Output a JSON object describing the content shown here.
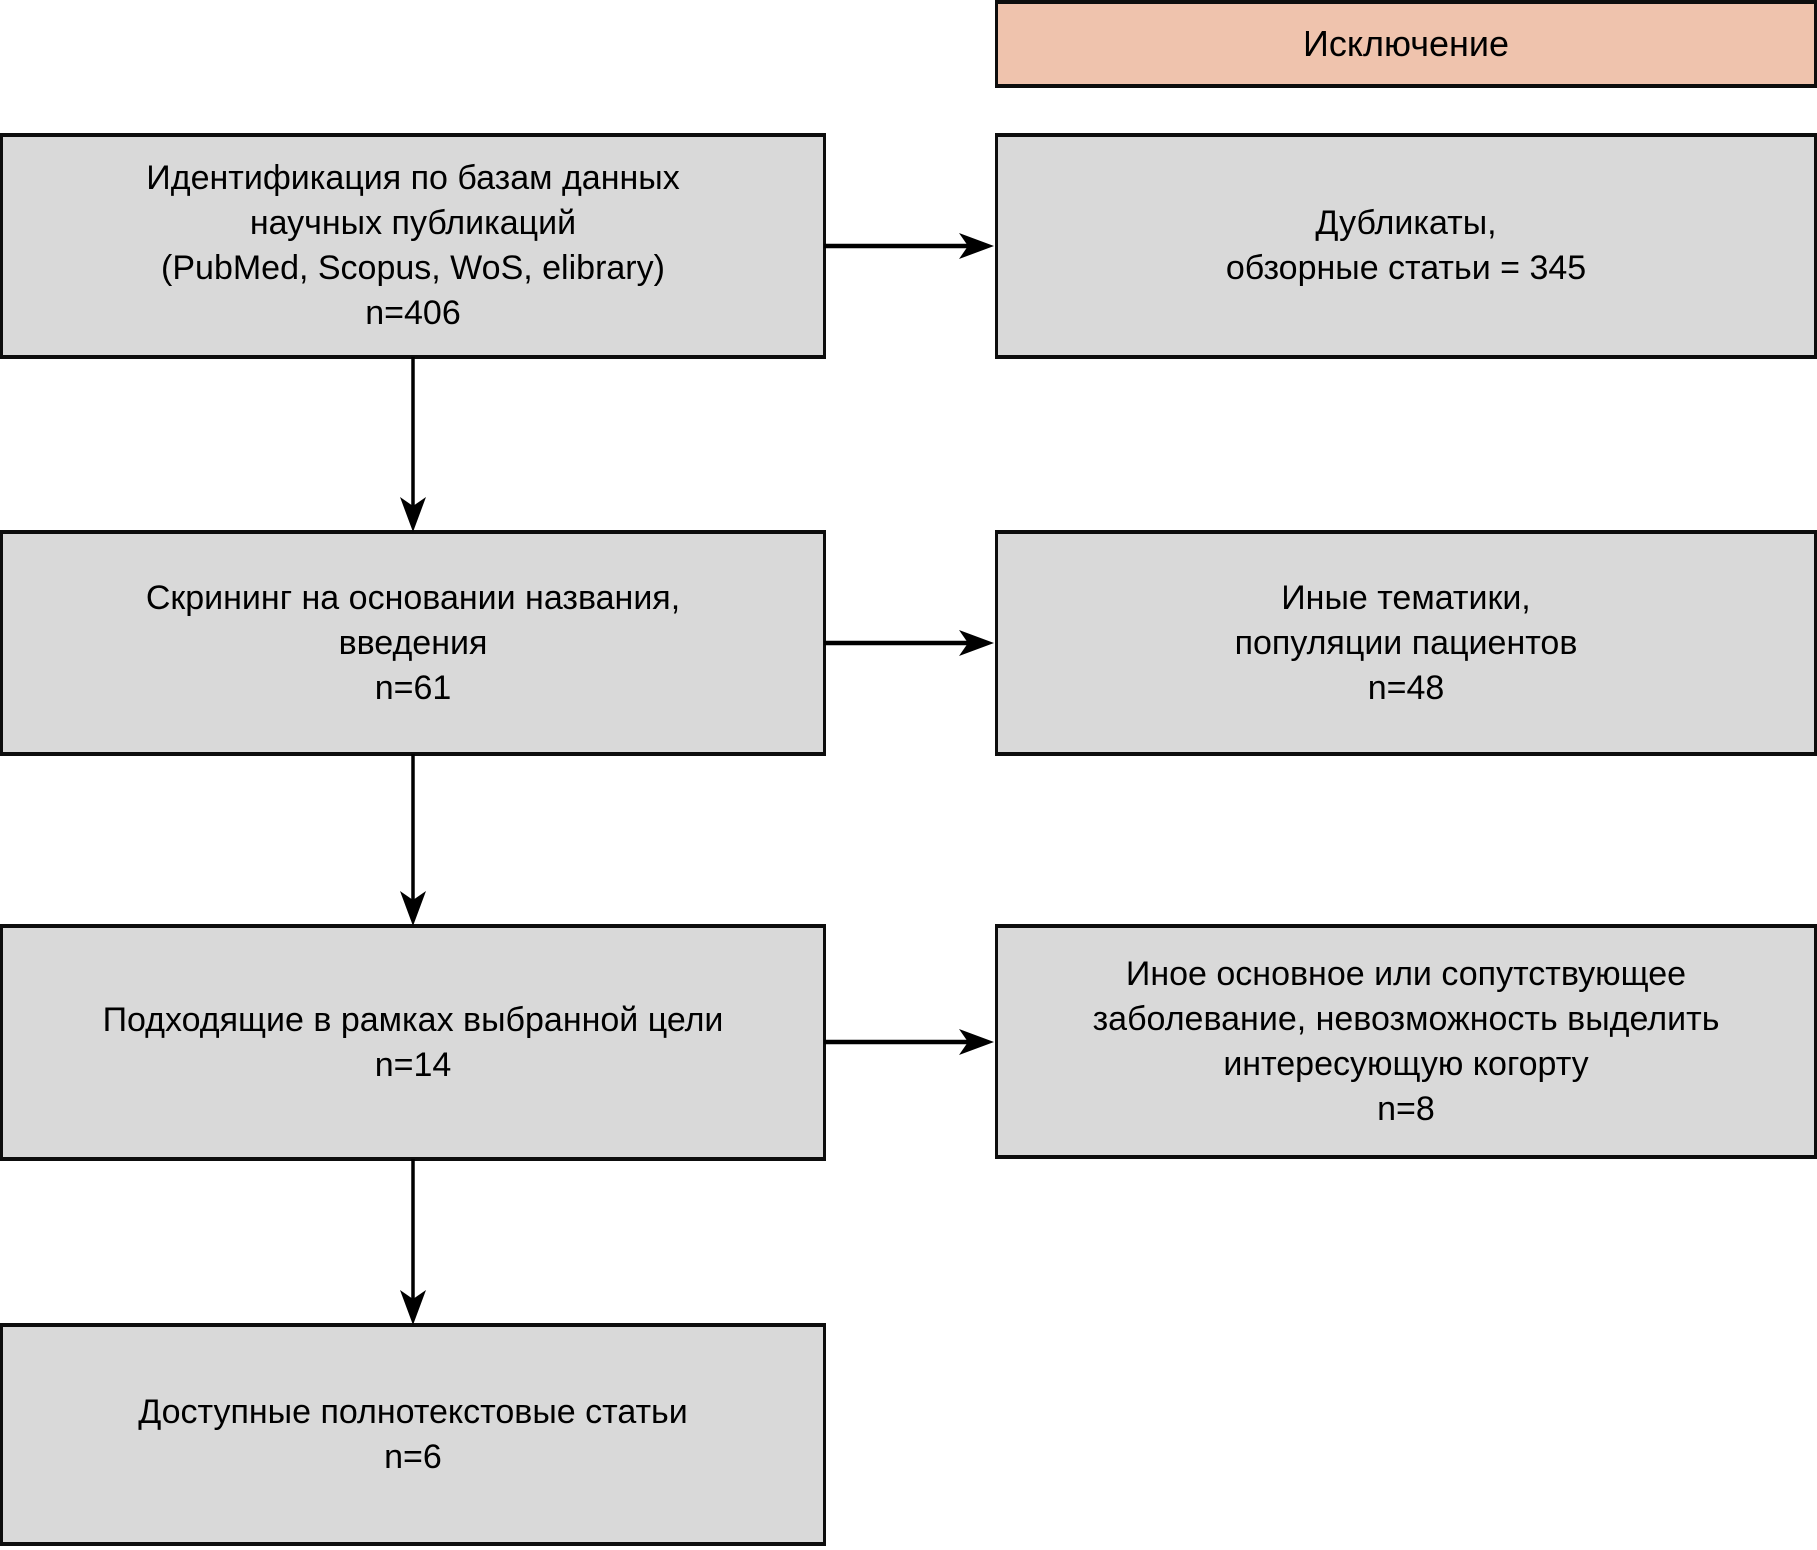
{
  "diagram": {
    "title_hint": "Схема отбора публикаций (flow diagram)",
    "colors": {
      "box_fill": "#d9d9d9",
      "exclusion_header_fill": "#efc3ad",
      "border": "#0d0d0d",
      "arrow": "#000000"
    },
    "exclusion_header": {
      "label": "Исключение"
    },
    "left_column": [
      {
        "id": "identification",
        "lines": [
          "Идентификация по базам данных",
          "научных публикаций",
          "(PubMed, Scopus, WoS, elibrary)",
          "n=406"
        ]
      },
      {
        "id": "screening",
        "lines": [
          "Скрининг на основании названия,",
          "введения",
          "n=61"
        ]
      },
      {
        "id": "eligible",
        "lines": [
          "Подходящие в рамках выбранной цели",
          "n=14"
        ]
      },
      {
        "id": "fulltext",
        "lines": [
          "Доступные полнотекстовые статьи",
          "n=6"
        ]
      }
    ],
    "right_column": [
      {
        "id": "excluded-duplicates",
        "lines": [
          "Дубликаты,",
          "обзорные статьи = 345"
        ]
      },
      {
        "id": "excluded-topics",
        "lines": [
          "Иные тематики,",
          "популяции пациентов",
          "n=48"
        ]
      },
      {
        "id": "excluded-disease",
        "lines": [
          "Иное основное или сопутствующее",
          "заболевание, невозможность выделить",
          "интересующую когорту",
          "n=8"
        ]
      }
    ]
  }
}
